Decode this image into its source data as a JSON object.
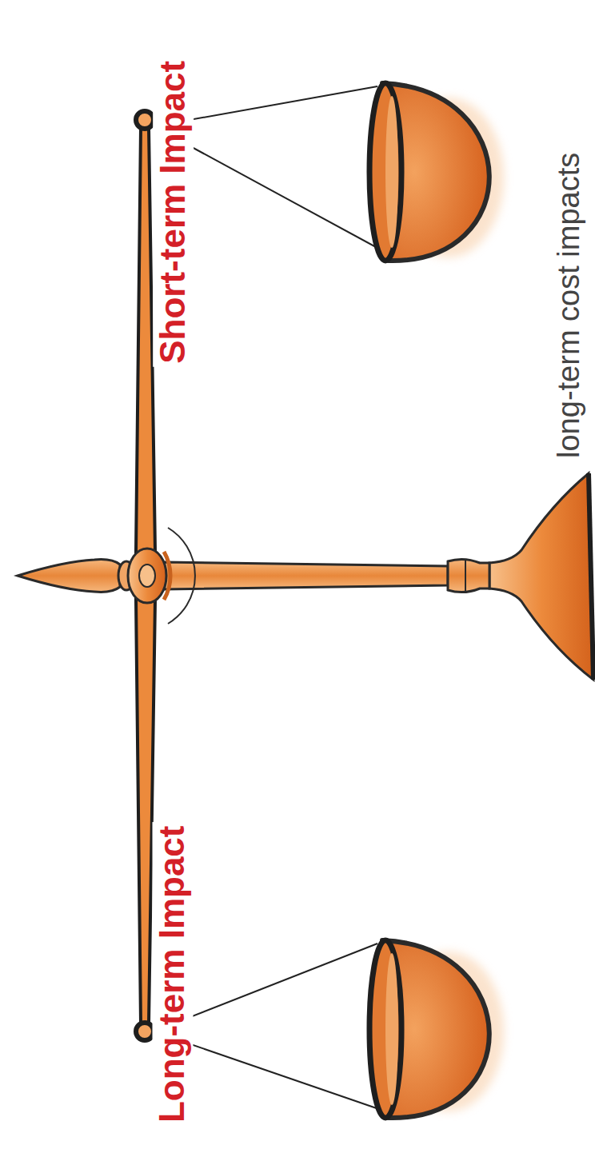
{
  "diagram": {
    "labels": [
      "long-term cost impacts",
      "Short-term Impact",
      "Long-term Impact"
    ]
  }
}
